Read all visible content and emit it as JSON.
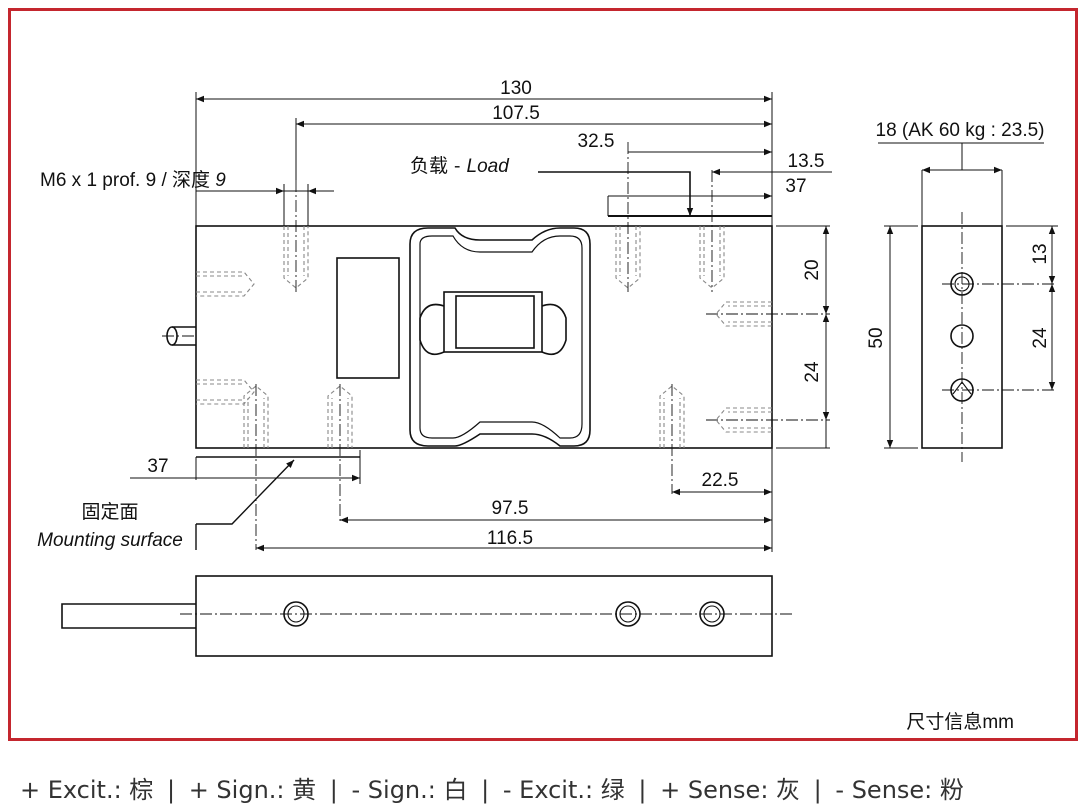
{
  "colors": {
    "frame": "#c4262e",
    "line": "#111111",
    "hidden": "#888888"
  },
  "dims": {
    "d130": "130",
    "d107_5": "107.5",
    "d32_5": "32.5",
    "d13_5": "13.5",
    "d37_top": "37",
    "d20": "20",
    "d24_left": "24",
    "d37_bottom": "37",
    "d22_5": "22.5",
    "d97_5": "97.5",
    "d116_5": "116.5",
    "d50": "50",
    "d13": "13",
    "d24_right": "24",
    "side_width": "18 (AK 60 kg : 23.5)"
  },
  "labels": {
    "thread": "M6 x 1 prof. 9 / ",
    "thread_cn": "深度",
    "thread_depth": " 9",
    "load_cn": "负载 - ",
    "load_en": "Load",
    "mount_cn": "固定面",
    "mount_en": "Mounting surface",
    "dims_unit_cn": "尺寸信息",
    "dims_unit": "mm"
  },
  "wiring": [
    "+ Excit.:  棕",
    "+ Sign.:  黄",
    "- Sign.:  白",
    "- Excit.:  绿",
    "+ Sense:  灰",
    "- Sense:  粉"
  ]
}
